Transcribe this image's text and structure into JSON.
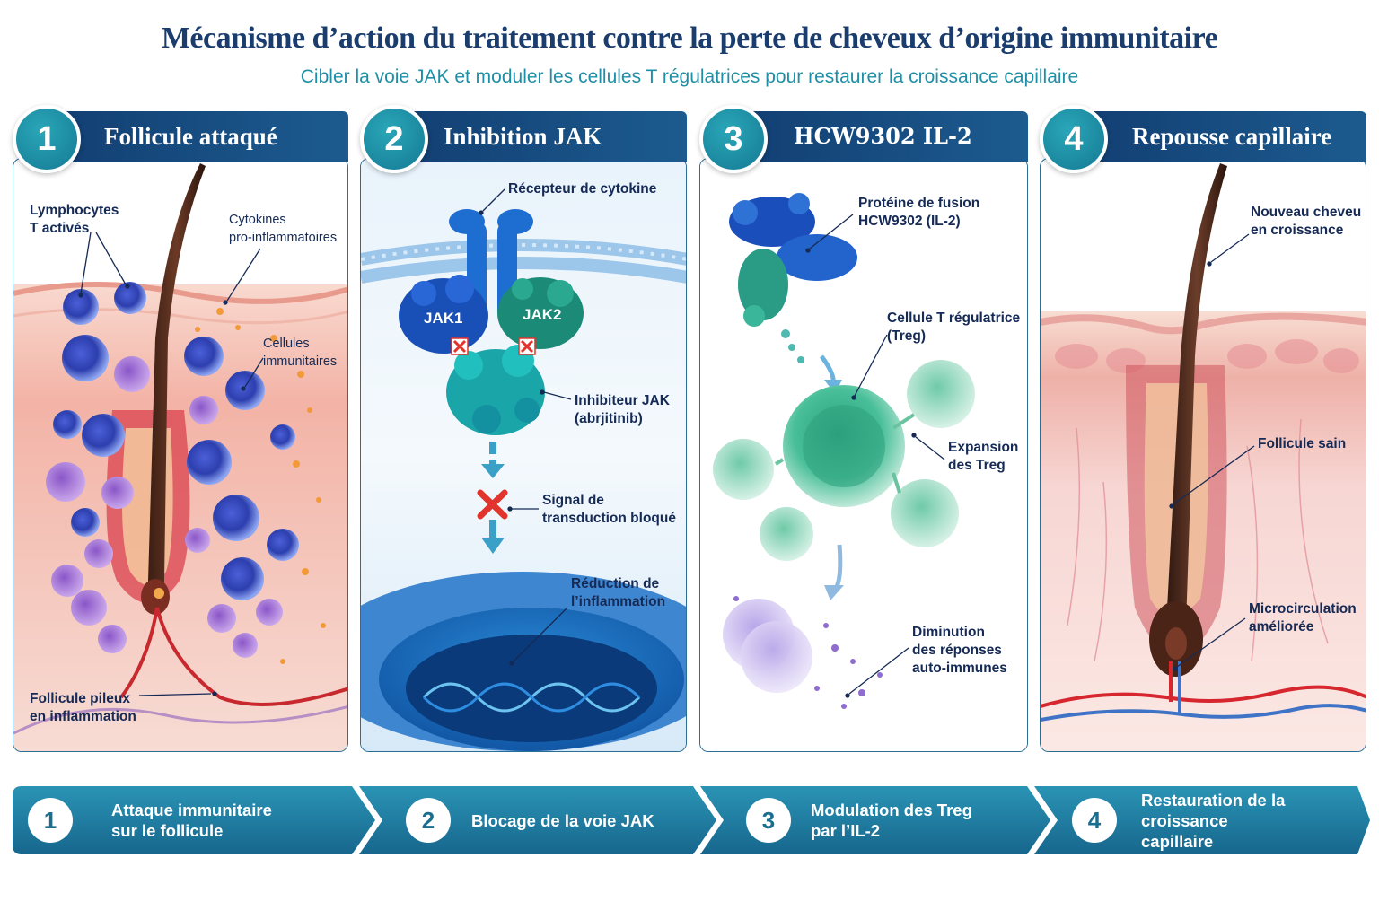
{
  "header": {
    "title": "Mécanisme d’action du traitement contre la perte de cheveux d’origine immunitaire",
    "subtitle": "Cibler la voie JAK et moduler les cellules T régulatrices pour restaurer la croissance capillaire"
  },
  "panels": [
    {
      "number": "1",
      "title": "Follicule attaqué",
      "labels": {
        "lymphocytes": "Lymphocytes\nT activés",
        "cytokines": "Cytokines\npro-inflammatoires",
        "immune_cells": "Cellules\nimmunitaires",
        "follicle": "Follicule pileux\nen inflammation"
      }
    },
    {
      "number": "2",
      "title": "Inhibition JAK",
      "labels": {
        "receptor": "Récepteur de cytokine",
        "jak1": "JAK1",
        "jak2": "JAK2",
        "inhibitor": "Inhibiteur JAK\n(abrjitinib)",
        "signal": "Signal de\ntransduction bloqué",
        "reduction": "Réduction de\nl’inflammation"
      }
    },
    {
      "number": "3",
      "title": "HCW9302 IL-2",
      "labels": {
        "fusion": "Protéine de fusion\nHCW9302 (IL-2)",
        "treg": "Cellule T régulatrice\n(Treg)",
        "expansion": "Expansion\ndes Treg",
        "diminution": "Diminution\ndes réponses\nauto-immunes"
      }
    },
    {
      "number": "4",
      "title": "Repousse capillaire",
      "labels": {
        "new_hair": "Nouveau cheveu\nen croissance",
        "healthy": "Follicule sain",
        "micro": "Microcirculation\naméliorée"
      }
    }
  ],
  "steps": [
    {
      "number": "1",
      "text": "Attaque immunitaire\nsur le follicule"
    },
    {
      "number": "2",
      "text": "Blocage de la voie JAK"
    },
    {
      "number": "3",
      "text": "Modulation des Treg\npar l’IL-2"
    },
    {
      "number": "4",
      "text": "Restauration de la croissance\ncapillaire"
    }
  ],
  "colors": {
    "title": "#1a3d6e",
    "subtitle": "#1f8fa8",
    "header_bar": "#123e72",
    "badge": "#1a8aa3",
    "bottom_bar": "#1f7d9e",
    "blocked": "#e0342c"
  }
}
